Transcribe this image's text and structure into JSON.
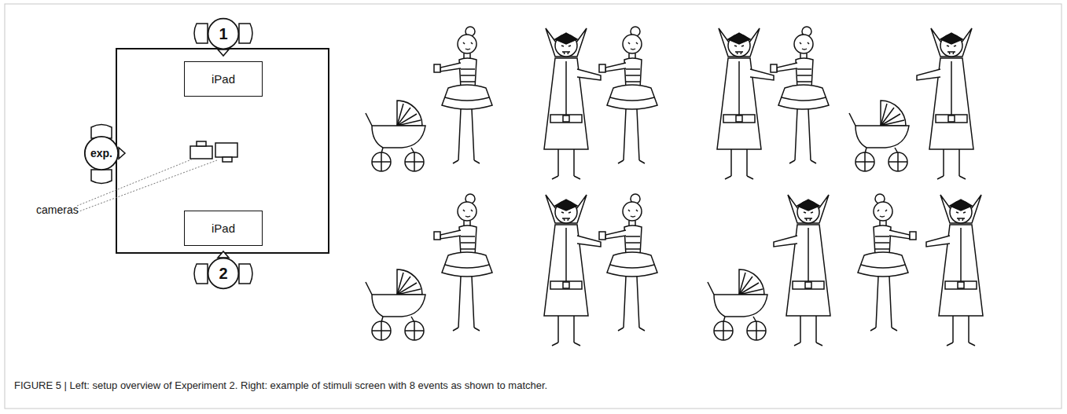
{
  "diagram": {
    "caption": "FIGURE 5 | Left: setup overview of Experiment 2. Right: example of stimuli screen with 8 events as shown to matcher.",
    "nodes": [
      {
        "text": [
          "1"
        ]
      },
      {
        "text": [
          "iPad"
        ]
      },
      {
        "text": [
          "exp."
        ]
      },
      {
        "text": [
          "iPad"
        ]
      },
      {
        "text": [
          "2"
        ]
      }
    ],
    "labels": [
      "cameras"
    ]
  }
}
